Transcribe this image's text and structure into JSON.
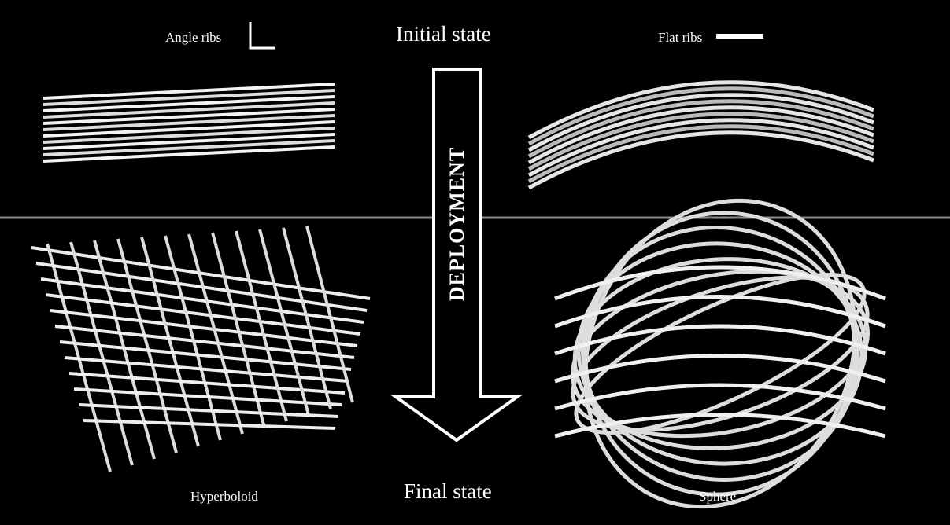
{
  "labels": {
    "angle_ribs": "Angle ribs",
    "flat_ribs": "Flat ribs",
    "initial_state": "Initial state",
    "final_state": "Final state",
    "deployment": "DEPLOYMENT",
    "hyperboloid": "Hyperboloid",
    "sphere": "Sphere"
  },
  "colors": {
    "background": "#000000",
    "divider": "#8a8a8a",
    "foreground": "#ffffff"
  }
}
